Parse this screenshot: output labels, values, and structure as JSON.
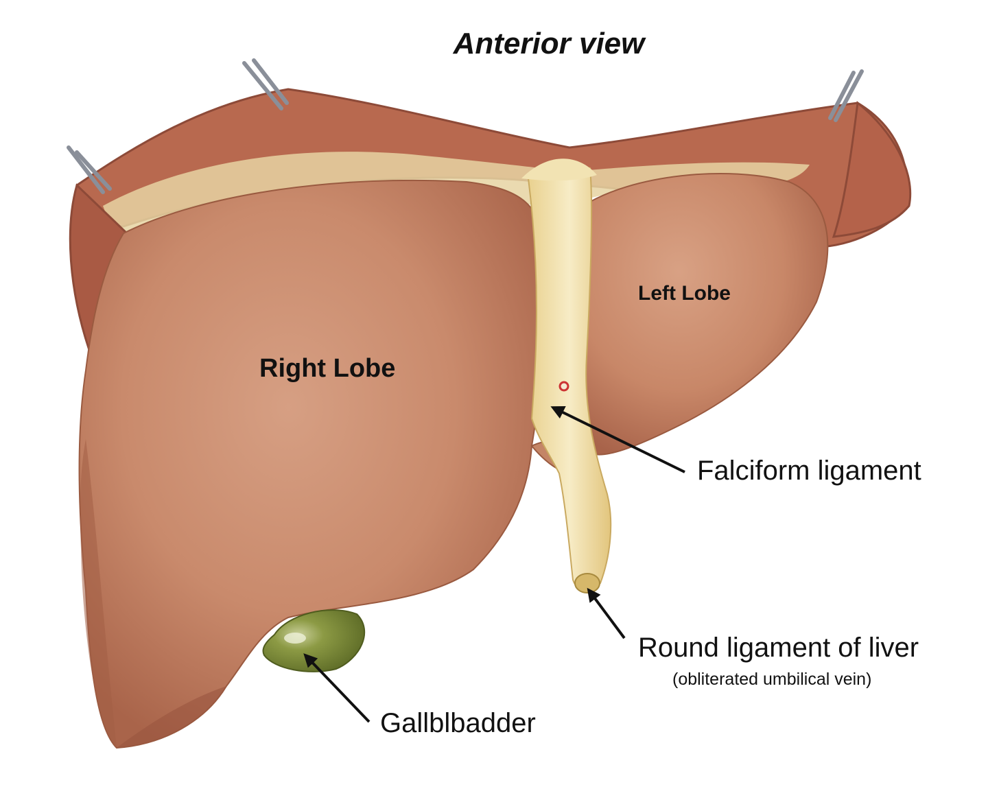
{
  "title": "Anterior view",
  "labels": {
    "right_lobe": "Right Lobe",
    "left_lobe": "Left Lobe",
    "falciform": "Falciform ligament",
    "round_ligament": "Round ligament of liver",
    "round_ligament_note": "(obliterated umbilical vein)",
    "gallbladder": "Gallblbadder"
  },
  "colors": {
    "liver": "#c98a6c",
    "liver_dark": "#a9644a",
    "diaphragm_edge": "#9c5a4a",
    "ligament": "#f1dfa8",
    "gallbladder": "#7c8a3a",
    "arrow": "#111111",
    "text": "#111111"
  }
}
